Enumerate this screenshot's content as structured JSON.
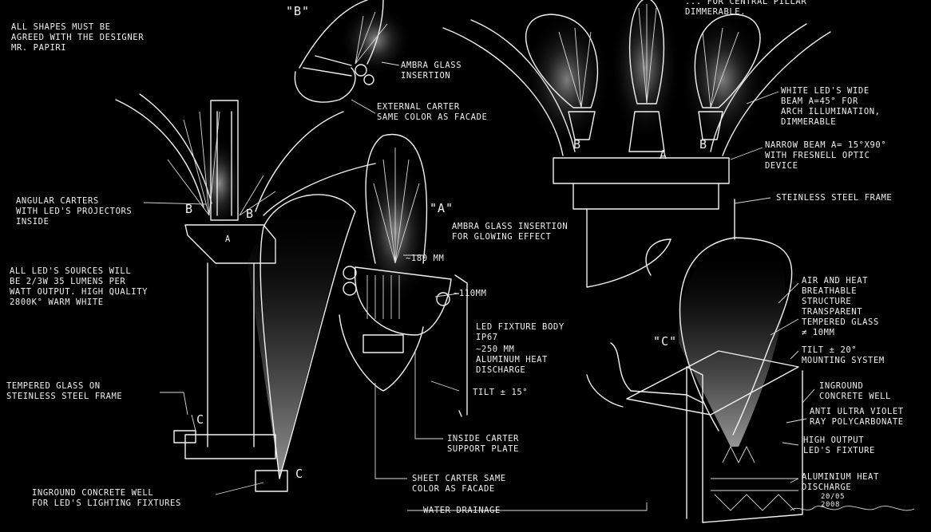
{
  "notes": {
    "designer": "All shapes must be\nagreed with the designer\nMr. Papiri",
    "led_sources": "All LED's sources will\nbe 2/3W 35 lumens per\nwatt output. High quality\n2800K° warm white"
  },
  "view_labels": {
    "a": "\"A\"",
    "b": "\"B\"",
    "c": "\"C\""
  },
  "letters": {
    "a": "A",
    "b": "B",
    "c": "C"
  },
  "callouts": {
    "central_pillar": "... for central pillar\ndimmerable.",
    "ambra_glass_b": "Ambra glass\ninsertion",
    "external_carter": "External carter\nsame color as facade",
    "white_leds": "White LED's wide\nbeam α=45° for\narch illumination,\ndimmerable",
    "narrow_beam": "Narrow beam α= 15°x90°\nwith Fresnell optic\ndevice",
    "steinless_frame": "Steinless steel frame",
    "angular_carters": "Angular carters\nwith LED's projectors\ninside",
    "ambra_glass_a": "Ambra glass insertion\nfor glowing effect",
    "dim_180": "~180 mm",
    "dim_110": "~110mm",
    "fixture_body": "LED fixture body\nIP67",
    "dim_250": "~250 mm\nAluminum heat\ndischarge",
    "tilt_15": "Tilt ± 15°",
    "inside_carter": "Inside carter\nsupport plate",
    "sheet_carter": "Sheet carter same\ncolor as facade",
    "water_drainage": "Water drainage",
    "tempered_glass_left": "Tempered glass on\nsteinless steel frame",
    "inground_well_left": "Inground concrete well\nfor LED's lighting fixtures",
    "air_heat": "Air and heat\nbreathable\nstructure",
    "transparent_glass": "Transparent\ntempered glass\n≠ 10mm",
    "tilt_20": "Tilt ± 20°\nmounting system",
    "inground_well_right": "Inground\nconcrete well",
    "anti_uv": "Anti ultra violet\nray polycarbonate",
    "high_output": "High output\nLED's fixture",
    "aluminium_heat": "Aluminium heat\ndischarge"
  },
  "signature": {
    "date": "20/05\n2008"
  }
}
